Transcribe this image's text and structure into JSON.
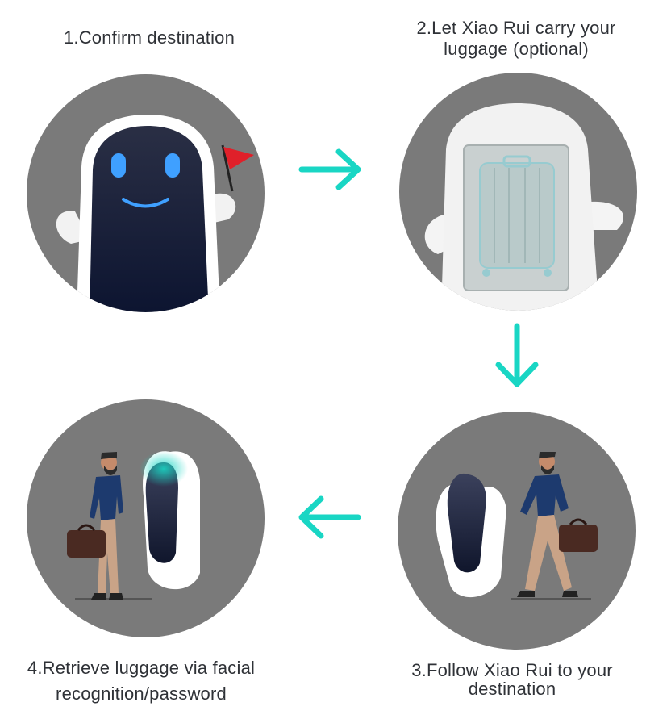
{
  "colors": {
    "circle": "#7a7a7a",
    "arrow": "#19d6c4",
    "robot_dark": "#1b2035",
    "robot_face": "#3fa0ff",
    "flag": "#e0202a",
    "shirt": "#1d3a6e",
    "pants": "#c9a387",
    "bag": "#4a2a22"
  },
  "steps": [
    {
      "label": "1.Confirm destination",
      "illustration": "robot-waving-flag"
    },
    {
      "label_line1": "2.Let Xiao Rui carry your",
      "label_line2": "luggage (optional)",
      "illustration": "robot-storing-suitcase"
    },
    {
      "label_line1": "3.Follow Xiao Rui to your",
      "label_line2": "destination",
      "illustration": "man-following-robot"
    },
    {
      "label_line1": "4.Retrieve luggage via facial",
      "label_line2": "recognition/password",
      "illustration": "robot-face-scan"
    }
  ],
  "arrows": [
    "arrow-right-icon",
    "arrow-down-icon",
    "arrow-left-icon"
  ]
}
